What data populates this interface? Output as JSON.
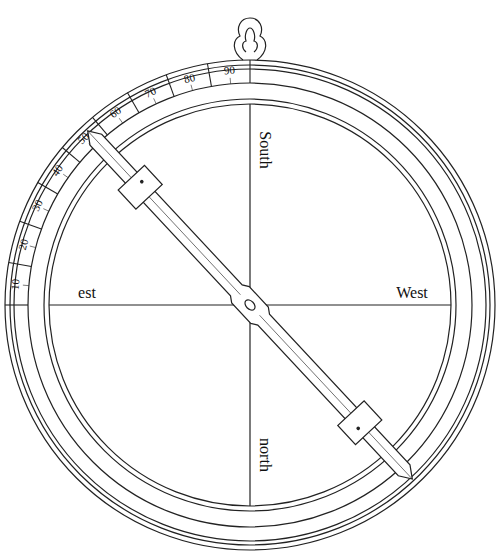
{
  "diagram": {
    "labels": [
      "10",
      "20",
      "30",
      "40",
      "50",
      "60",
      "70",
      "80",
      "90",
      "South",
      "est",
      "West",
      "north"
    ]
  }
}
